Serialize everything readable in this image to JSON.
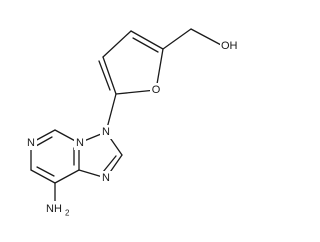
{
  "molecule": {
    "atoms": {
      "n1": "N",
      "n3": "N",
      "n7": "N",
      "n9": "N",
      "o_furan": "O",
      "amine": "NH",
      "amine_sub": "2",
      "hydroxyl": "OH"
    }
  }
}
